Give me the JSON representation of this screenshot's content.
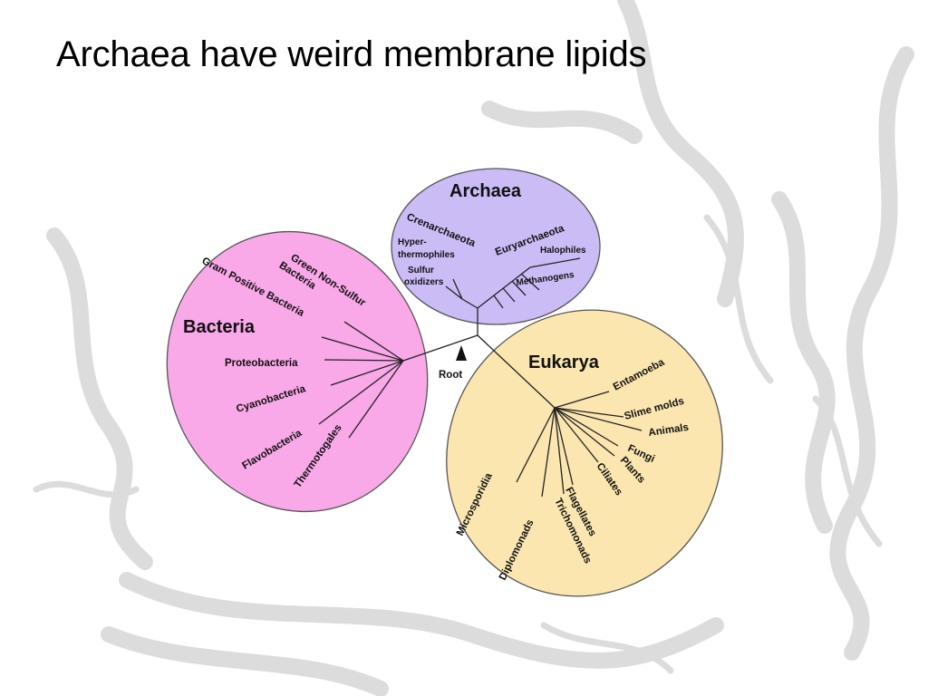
{
  "title": "Archaea have weird membrane lipids",
  "colors": {
    "bacteria_fill": "#f9a8e8",
    "archaea_fill": "#cbbcf6",
    "eukarya_fill": "#fbe6b0",
    "outline": "#555555",
    "decoration": "#d6d6d6"
  },
  "tree": {
    "root_label": "Root",
    "bacteria": {
      "name": "Bacteria",
      "groups": [
        "Green Non-Sulfur Bacteria",
        "Gram Positive Bacteria",
        "Proteobacteria",
        "Cyanobacteria",
        "Flavobacteria",
        "Thermotogales"
      ]
    },
    "archaea": {
      "name": "Archaea",
      "groups": [
        "Crenarchaeota",
        "Euryarchaeota",
        "Hyper-thermophiles",
        "Sulfur oxidizers",
        "Halophiles",
        "Methanogens"
      ]
    },
    "eukarya": {
      "name": "Eukarya",
      "groups": [
        "Entamoeba",
        "Slime molds",
        "Animals",
        "Fungi",
        "Plants",
        "Ciliates",
        "Flagellates",
        "Trichomonads",
        "Microsporidia",
        "Diplomonads"
      ]
    }
  }
}
